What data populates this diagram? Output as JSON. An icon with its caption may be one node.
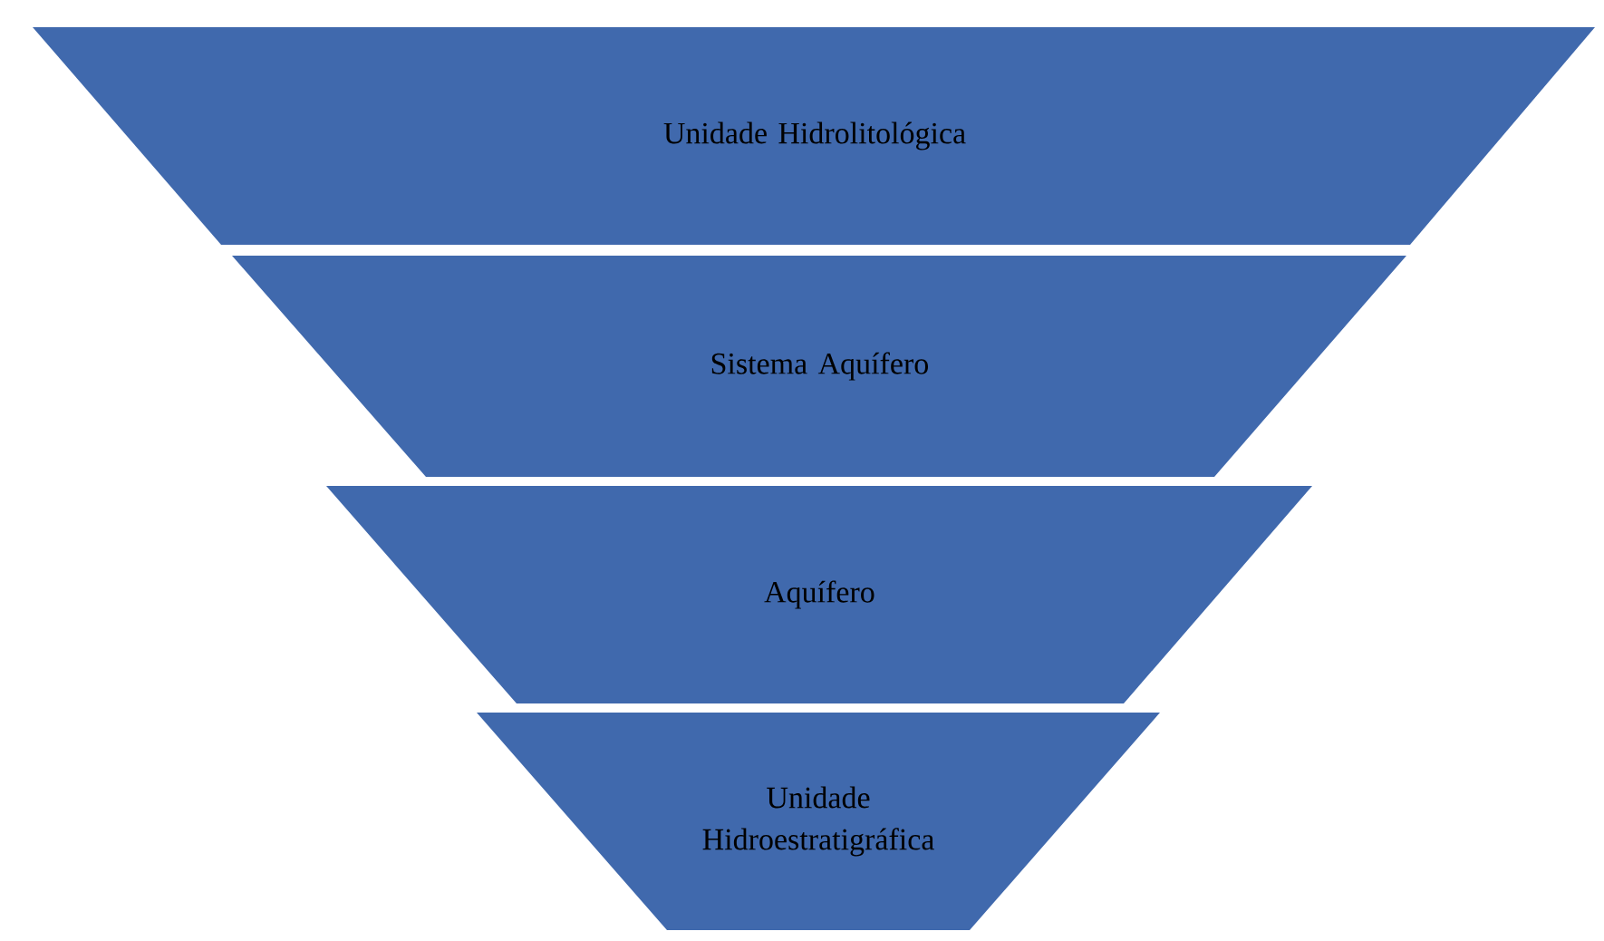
{
  "diagram": {
    "nodes": [
      {
        "text": [
          "Unidade Hidrolitológica"
        ]
      },
      {
        "text": [
          "Sistema Aquífero"
        ]
      },
      {
        "text": [
          "Aquífero"
        ]
      },
      {
        "text": [
          "Unidade Hidroestratigráfica"
        ]
      }
    ]
  }
}
